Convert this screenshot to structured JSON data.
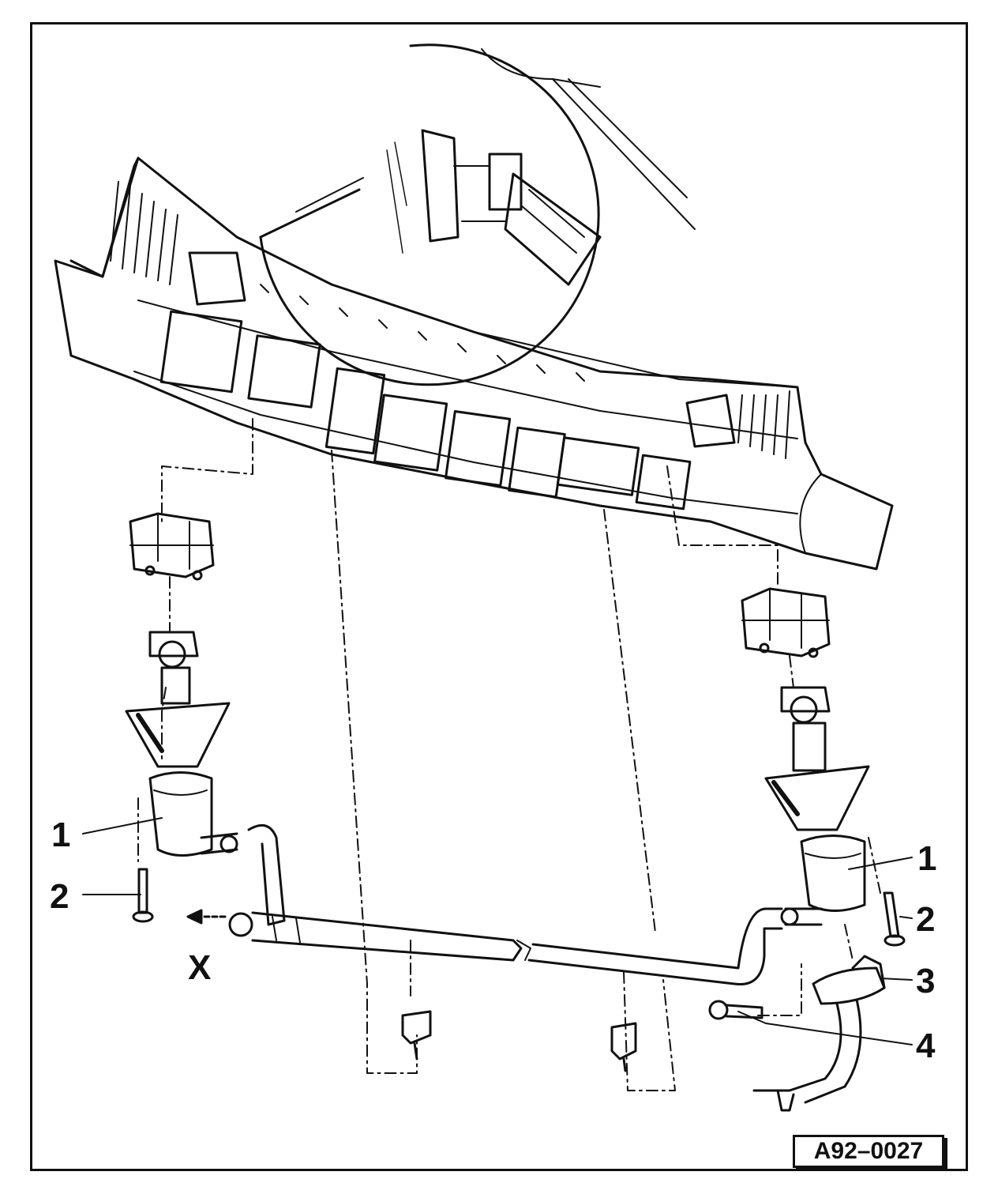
{
  "callouts": {
    "left_pump": "1",
    "left_screw": "2",
    "right_pump": "1",
    "right_screw": "2",
    "bracket": "3",
    "bolt": "4",
    "direction": "X"
  },
  "figure_id": "A92–0027",
  "colors": {
    "ink": "#111111",
    "paper": "#ffffff"
  }
}
